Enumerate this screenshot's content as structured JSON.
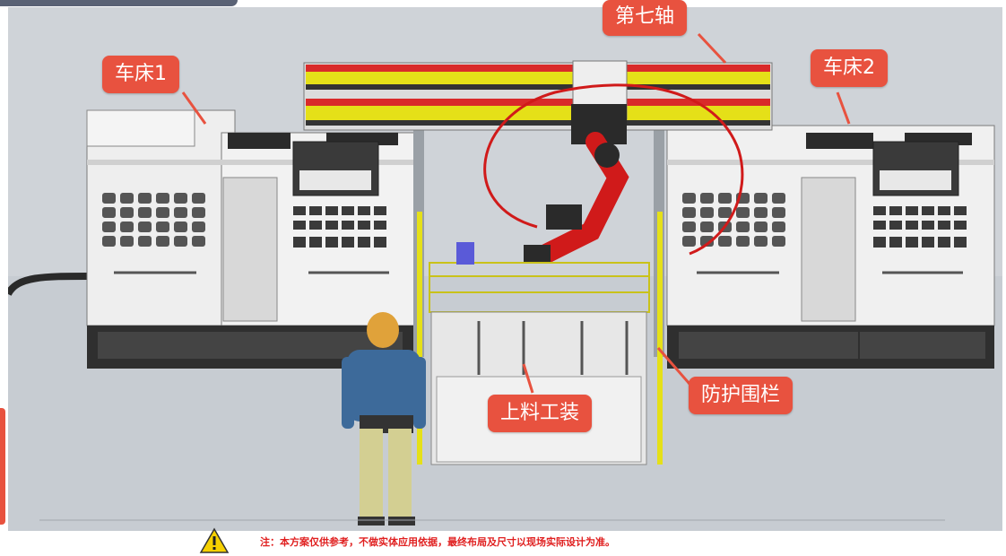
{
  "labels": {
    "lathe1": "车床1",
    "axis7": "第七轴",
    "lathe2": "车床2",
    "fence": "防护围栏",
    "fixture": "上料工装"
  },
  "footer": {
    "note": "注：本方案仅供参考，不做实体应用依据，最终布局及尺寸以现场实际设计为准。"
  },
  "icons": {
    "warning": "warning-triangle-icon"
  },
  "colors": {
    "callout": "#e8523f",
    "note_text": "#e02020",
    "rail_red": "#d92a2a",
    "rail_yellow": "#e5e018",
    "robot_red": "#d01a1a"
  }
}
